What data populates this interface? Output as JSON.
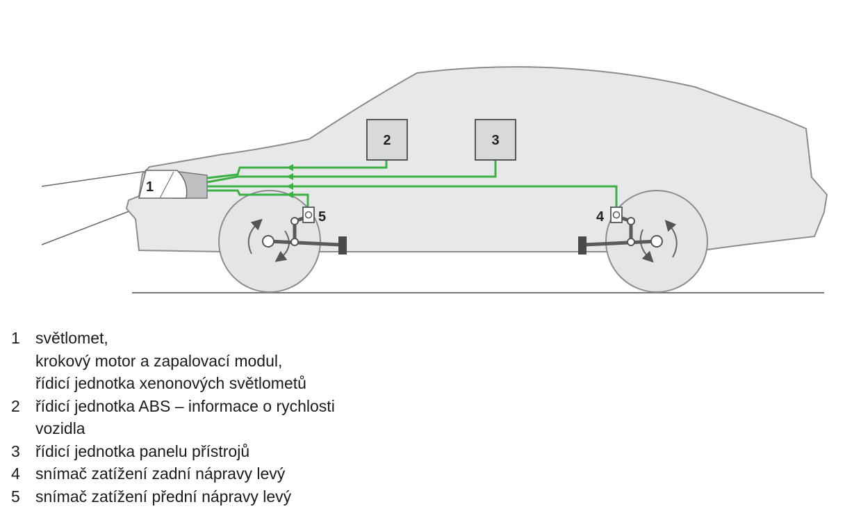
{
  "diagram": {
    "labels": {
      "headlight": "1",
      "abs_unit": "2",
      "panel_unit": "3",
      "rear_sensor": "4",
      "front_sensor": "5"
    },
    "colors": {
      "body": "#e7e8ea",
      "outline": "#8a8c8f",
      "wire": "#3cb043",
      "unit_fill": "#d8d9db",
      "unit_stroke": "#555555",
      "suspension": "#5a5a5a"
    }
  },
  "legend": [
    {
      "num": "1",
      "lines": [
        "světlomet,",
        "krokový motor a zapalovací modul,",
        "řídicí jednotka xenonových světlometů"
      ]
    },
    {
      "num": "2",
      "lines": [
        "řídicí jednotka ABS – informace o rychlosti",
        "vozidla"
      ]
    },
    {
      "num": "3",
      "lines": [
        "řídicí jednotka panelu přístrojů"
      ]
    },
    {
      "num": "4",
      "lines": [
        "snímač zatížení zadní nápravy levý"
      ]
    },
    {
      "num": "5",
      "lines": [
        "snímač zatížení přední nápravy levý"
      ]
    }
  ]
}
